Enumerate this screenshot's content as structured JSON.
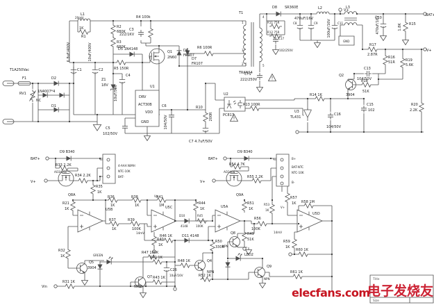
{
  "page": {
    "background": "#ffffff",
    "line_color": "#4d4d4d",
    "label_color": "#1c1c1c",
    "accent_red": "#c61420"
  },
  "branding": {
    "logo_text": "elecfans.com",
    "cn_watermark": "电子发烧友"
  },
  "title_block": {
    "title_label": "Title",
    "size_label": "Size"
  },
  "labels": {
    "top": [
      [
        "T1A250Vac",
        14,
        102
      ],
      [
        "F1",
        32,
        114
      ],
      [
        "RV1",
        28,
        136
      ],
      [
        "NC",
        52,
        146
      ],
      [
        "D2",
        74,
        114
      ],
      [
        "1N4007*4",
        54,
        133
      ],
      [
        "D1",
        74,
        154
      ],
      [
        "C1",
        111,
        102
      ],
      [
        "6.8uF/400V",
        100,
        75,
        "v"
      ],
      [
        "C2",
        142,
        102
      ],
      [
        "10uF/400V",
        131,
        75,
        "v"
      ],
      [
        "L1",
        116,
        22
      ],
      [
        "20mH",
        108,
        27,
        "s"
      ],
      [
        "1K",
        114,
        42
      ],
      [
        "R1",
        117,
        54
      ],
      [
        "R2",
        168,
        40
      ],
      [
        "680K",
        168,
        47
      ],
      [
        "R3",
        168,
        62
      ],
      [
        "680K",
        168,
        69
      ],
      [
        "R4 100k",
        196,
        26
      ],
      [
        "C3",
        186,
        44
      ],
      [
        "222/1KV",
        172,
        51
      ],
      [
        "D6",
        264,
        74
      ],
      [
        "FR107",
        264,
        81
      ],
      [
        "D5 1N4148",
        170,
        72
      ],
      [
        "R5 150R",
        164,
        100
      ],
      [
        "Z1",
        146,
        116
      ],
      [
        "18V",
        146,
        124
      ],
      [
        "C4",
        181,
        110
      ],
      [
        "10uF/50V",
        168,
        134,
        "v"
      ],
      [
        "Q1",
        241,
        76
      ],
      [
        "2N60",
        241,
        84
      ],
      [
        "R6 100R",
        284,
        70
      ],
      [
        "D7",
        276,
        86
      ],
      [
        "FR107",
        276,
        93
      ],
      [
        "U1",
        216,
        126
      ],
      [
        "DRV",
        200,
        141
      ],
      [
        "ACT30B",
        199,
        152
      ],
      [
        "VDD",
        209,
        163
      ],
      [
        "GND",
        203,
        177
      ],
      [
        "C5",
        152,
        186
      ],
      [
        "102/50V",
        148,
        194
      ],
      [
        "C6",
        233,
        154
      ],
      [
        "104/50V",
        240,
        176,
        "v"
      ],
      [
        "R10",
        282,
        156
      ],
      [
        "200R",
        305,
        168,
        "v"
      ],
      [
        "C7 4.7uF/50V",
        272,
        205
      ],
      [
        "T1",
        344,
        20
      ],
      [
        "TRANS4",
        344,
        106
      ],
      [
        "1",
        348,
        34,
        "s"
      ],
      [
        "3",
        348,
        74,
        "s"
      ],
      [
        "2",
        348,
        94,
        "s"
      ],
      [
        "4",
        378,
        26,
        "s"
      ],
      [
        "5",
        378,
        96,
        "s"
      ],
      [
        "D8",
        392,
        12
      ],
      [
        "SR360E",
        410,
        12
      ],
      [
        "R11 75R",
        385,
        34,
        "s"
      ],
      [
        "R12 75R",
        385,
        48,
        "s"
      ],
      [
        "C17",
        401,
        57,
        "s"
      ],
      [
        "102/250V",
        402,
        74,
        "s"
      ],
      [
        "CY1",
        352,
        108
      ],
      [
        "222/250V",
        346,
        116
      ],
      [
        "470uF/16V",
        424,
        28
      ],
      [
        "C8",
        422,
        35,
        "s"
      ],
      [
        "C9",
        452,
        35,
        "s"
      ],
      [
        "L2",
        458,
        13
      ],
      [
        "C11",
        486,
        35,
        "s"
      ],
      [
        "100uF/16V",
        475,
        41,
        "v"
      ],
      [
        "V+",
        495,
        16
      ],
      [
        "L3",
        498,
        12
      ],
      [
        "GND",
        494,
        61,
        "s"
      ],
      [
        "C10",
        540,
        27
      ],
      [
        "470uF/16V",
        545,
        36,
        "v"
      ],
      [
        "R15",
        589,
        36
      ],
      [
        "1.8K",
        577,
        39,
        "v"
      ],
      [
        "BAT+",
        613,
        23
      ],
      [
        "R17",
        532,
        66
      ],
      [
        "2.87R",
        529,
        80
      ],
      [
        "V+",
        614,
        74
      ],
      [
        "R16",
        559,
        84
      ],
      [
        "51R",
        559,
        91
      ],
      [
        "R19",
        584,
        88
      ],
      [
        "5.6K",
        584,
        95
      ],
      [
        "C13",
        524,
        100
      ],
      [
        "104/50V",
        514,
        115
      ],
      [
        "Q2",
        488,
        110
      ],
      [
        "3904",
        498,
        138
      ],
      [
        "R18",
        520,
        118
      ],
      [
        "51K",
        522,
        133
      ],
      [
        "R20",
        592,
        152
      ],
      [
        "2.2K",
        590,
        160
      ],
      [
        "U3",
        424,
        162
      ],
      [
        "TL431",
        418,
        170
      ],
      [
        "R14 1K",
        446,
        138
      ],
      [
        "C16",
        481,
        166
      ],
      [
        "104/50V",
        470,
        184
      ],
      [
        "C15",
        528,
        152
      ],
      [
        "102",
        530,
        160
      ],
      [
        "R13 100R",
        350,
        152
      ],
      [
        "U2",
        322,
        137
      ],
      [
        "PC817",
        321,
        167
      ]
    ],
    "bottom": [
      [
        "BAT+",
        44,
        230
      ],
      [
        "D9 B340",
        86,
        220
      ],
      [
        "R33 2.2K",
        80,
        239
      ],
      [
        "AO3401",
        78,
        249,
        "s"
      ],
      [
        "Q8A",
        98,
        282
      ],
      [
        "V+",
        44,
        263
      ],
      [
        "R34 2.2K",
        108,
        254
      ],
      [
        "R35",
        138,
        270
      ],
      [
        "1K",
        140,
        278
      ],
      [
        "4-AAA NiMH",
        170,
        240,
        "s"
      ],
      [
        "NTC-10K",
        170,
        248,
        "s"
      ],
      [
        "BAT-",
        170,
        256,
        "s"
      ],
      [
        "R21",
        90,
        294
      ],
      [
        "1K",
        93,
        302
      ],
      [
        "U5B",
        152,
        303
      ],
      [
        "R36",
        155,
        285
      ],
      [
        "1K",
        159,
        297
      ],
      [
        "R38",
        189,
        285
      ],
      [
        "1K",
        194,
        297
      ],
      [
        "R41",
        225,
        285
      ],
      [
        "1M",
        229,
        297
      ],
      [
        "V+",
        222,
        284,
        "s"
      ],
      [
        "R37",
        157,
        318
      ],
      [
        "1K",
        161,
        331
      ],
      [
        "R39",
        184,
        318
      ],
      [
        "100K",
        190,
        331
      ],
      [
        "14mV",
        196,
        337,
        "s"
      ],
      [
        "U5C",
        238,
        300
      ],
      [
        "R40",
        226,
        346
      ],
      [
        "1K",
        228,
        354
      ],
      [
        "D10",
        258,
        312,
        "s"
      ],
      [
        "4148",
        260,
        327,
        "s"
      ],
      [
        "R45",
        284,
        312,
        "s"
      ],
      [
        "100K",
        282,
        327,
        "s"
      ],
      [
        "R44",
        286,
        294
      ],
      [
        "1K",
        288,
        302
      ],
      [
        "U5A",
        318,
        299
      ],
      [
        "R51",
        356,
        294
      ],
      [
        "1K",
        358,
        302
      ],
      [
        "R49",
        356,
        338
      ],
      [
        "51K",
        356,
        346
      ],
      [
        "R56",
        366,
        316
      ],
      [
        "100K",
        362,
        331
      ],
      [
        "14mV",
        394,
        336,
        "s"
      ],
      [
        "R58 1M",
        434,
        292
      ],
      [
        "U5D",
        450,
        309
      ],
      [
        "R53",
        380,
        296,
        "s"
      ],
      [
        "1K",
        382,
        304,
        "s"
      ],
      [
        "R57",
        418,
        286
      ],
      [
        "1K",
        420,
        294
      ],
      [
        "R59",
        408,
        349
      ],
      [
        "1K",
        411,
        357
      ],
      [
        "BAT+",
        300,
        230
      ],
      [
        "D9 B340",
        342,
        220
      ],
      [
        "V+",
        288,
        263
      ],
      [
        "AO3401",
        322,
        249,
        "s"
      ],
      [
        "Q9A",
        340,
        282
      ],
      [
        "R54 4.7K",
        330,
        238
      ],
      [
        "R55 2.2K",
        356,
        256
      ],
      [
        "B+",
        420,
        230,
        "s"
      ],
      [
        "BAT-NTC",
        420,
        242,
        "s"
      ],
      [
        "NTC-10K",
        420,
        250,
        "s"
      ],
      [
        "B-",
        420,
        264,
        "s"
      ],
      [
        "GREEN",
        134,
        369,
        "s"
      ],
      [
        "R32",
        84,
        362
      ],
      [
        "1K",
        87,
        370
      ],
      [
        "Q5",
        128,
        379
      ],
      [
        "3904",
        126,
        387
      ],
      [
        "R42 1K",
        216,
        372
      ],
      [
        "Q7",
        212,
        400
      ],
      [
        "NPN",
        193,
        414
      ],
      [
        "R43 1K",
        220,
        401
      ],
      [
        "Vin",
        60,
        414
      ],
      [
        "R31 1K",
        90,
        407
      ],
      [
        "R46 1K",
        230,
        341
      ],
      [
        "D11 4148",
        262,
        341
      ],
      [
        "R50",
        310,
        349
      ],
      [
        "330K",
        310,
        357
      ],
      [
        "R47 100K",
        204,
        365
      ],
      [
        "R48 1K",
        256,
        377
      ],
      [
        "C26",
        245,
        390
      ],
      [
        "10uF/16V",
        244,
        398,
        "s"
      ],
      [
        "Q4",
        298,
        377
      ],
      [
        "NPN",
        298,
        393
      ],
      [
        "Q8",
        332,
        337
      ],
      [
        "NPN",
        320,
        356,
        "s"
      ],
      [
        "LED2",
        352,
        368
      ],
      [
        "Q9",
        384,
        385
      ],
      [
        "NPN",
        380,
        403,
        "s"
      ],
      [
        "R52 1K",
        286,
        398
      ],
      [
        "R60 1K",
        426,
        361
      ],
      [
        "R61 1K",
        418,
        393
      ],
      [
        "V+",
        404,
        300,
        "s"
      ]
    ]
  }
}
